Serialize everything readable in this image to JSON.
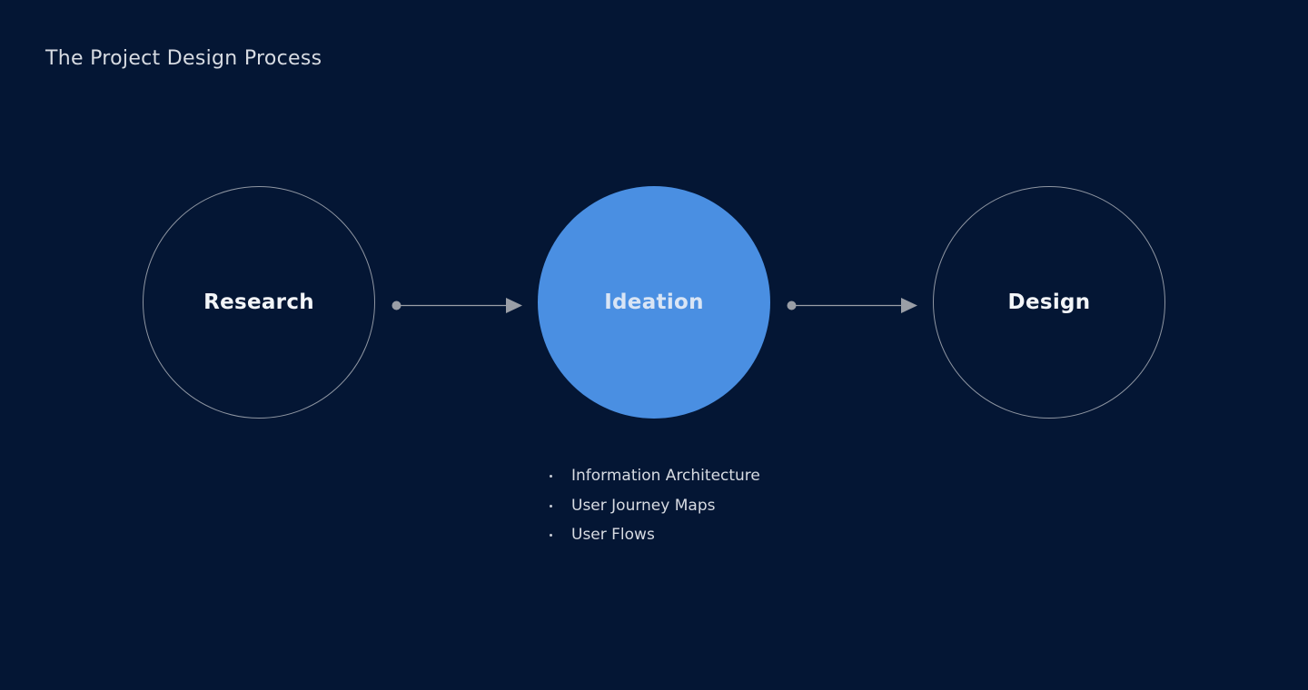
{
  "title": "The Project Design Process",
  "colors": {
    "background": "#041634",
    "accent": "#4a8fe2",
    "outline": "#8f96a2",
    "connector": "#9a9ea6"
  },
  "steps": [
    {
      "label": "Research",
      "style": "outline"
    },
    {
      "label": "Ideation",
      "style": "filled"
    },
    {
      "label": "Design",
      "style": "outline"
    }
  ],
  "ideation_items": [
    "Information Architecture",
    "User Journey Maps",
    "User Flows"
  ]
}
